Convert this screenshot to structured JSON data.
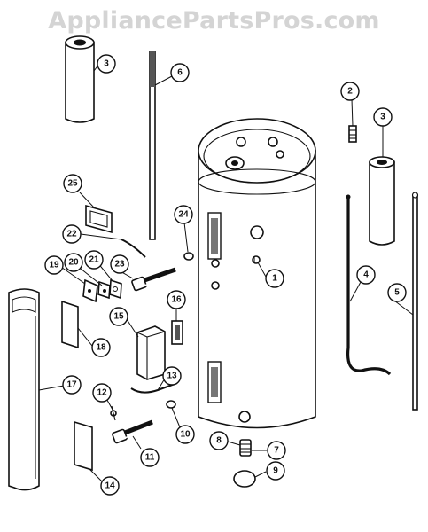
{
  "watermark": "AppliancePartsPros.com",
  "callouts": [
    {
      "id": "3a",
      "label": "3"
    },
    {
      "id": "6",
      "label": "6"
    },
    {
      "id": "2",
      "label": "2"
    },
    {
      "id": "3b",
      "label": "3"
    },
    {
      "id": "25",
      "label": "25"
    },
    {
      "id": "24",
      "label": "24"
    },
    {
      "id": "22",
      "label": "22"
    },
    {
      "id": "19",
      "label": "19"
    },
    {
      "id": "20",
      "label": "20"
    },
    {
      "id": "21",
      "label": "21"
    },
    {
      "id": "23",
      "label": "23"
    },
    {
      "id": "1",
      "label": "1"
    },
    {
      "id": "4",
      "label": "4"
    },
    {
      "id": "5",
      "label": "5"
    },
    {
      "id": "16",
      "label": "16"
    },
    {
      "id": "15",
      "label": "15"
    },
    {
      "id": "18",
      "label": "18"
    },
    {
      "id": "17",
      "label": "17"
    },
    {
      "id": "13",
      "label": "13"
    },
    {
      "id": "12",
      "label": "12"
    },
    {
      "id": "10",
      "label": "10"
    },
    {
      "id": "8",
      "label": "8"
    },
    {
      "id": "7",
      "label": "7"
    },
    {
      "id": "11",
      "label": "11"
    },
    {
      "id": "9",
      "label": "9"
    },
    {
      "id": "14",
      "label": "14"
    }
  ]
}
